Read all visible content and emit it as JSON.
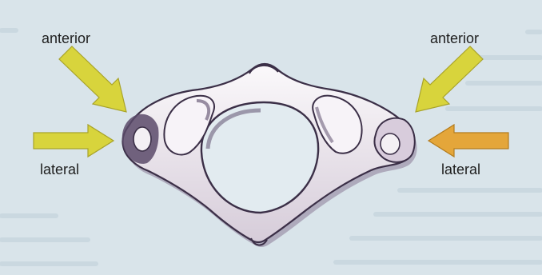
{
  "labels": {
    "anterior_left": "anterior",
    "lateral_left": "lateral",
    "anterior_right": "anterior",
    "lateral_right": "lateral"
  },
  "colors": {
    "background": "#d9e4ea",
    "arrow_yellow": "#d8d43c",
    "arrow_orange": "#e4a63a",
    "bone_fill": "#f4f0f4",
    "bone_shadow": "#8a7a96",
    "bone_outline": "#3b2f47"
  }
}
